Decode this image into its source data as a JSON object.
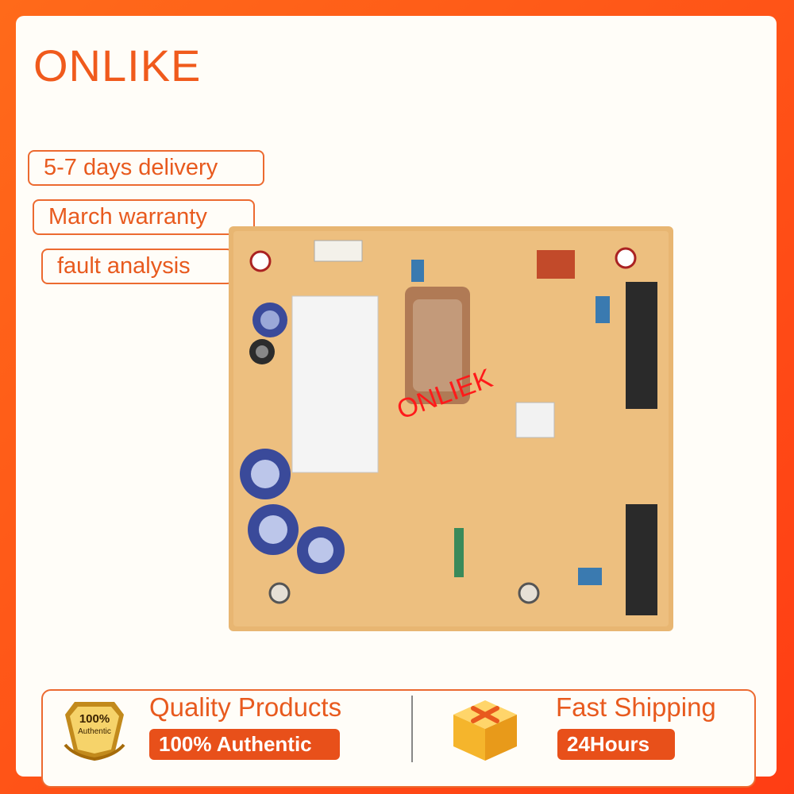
{
  "brand": "ONLIKE",
  "badges": [
    "5-7 days delivery",
    "March warranty",
    "fault analysis"
  ],
  "watermark": "ONLIEK",
  "features": {
    "quality": {
      "title": "Quality Products",
      "badge": "100% Authentic",
      "seal_percent": "100%",
      "seal_label": "Authentic",
      "icon": "gold-seal-icon"
    },
    "shipping": {
      "title": "Fast Shipping",
      "badge": "24Hours",
      "icon": "package-box-icon"
    }
  },
  "colors": {
    "accent": "#e85a1e",
    "background": "#ff4a16"
  }
}
